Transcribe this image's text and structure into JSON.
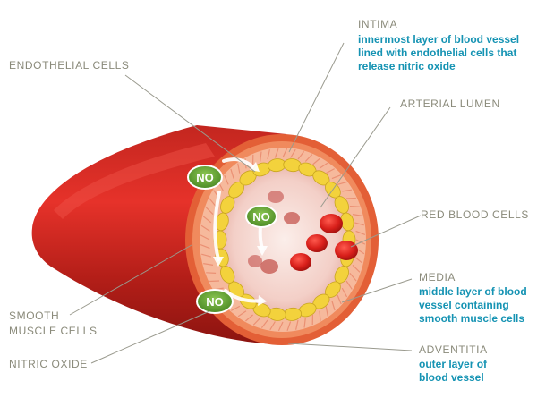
{
  "labels": {
    "intima": "INTIMA",
    "intima_desc": [
      "innermost layer of blood vessel",
      "lined with endothelial cells that",
      "release nitric oxide"
    ],
    "endothelial": "ENDOTHELIAL CELLS",
    "arterial_lumen": "ARTERIAL LUMEN",
    "red_blood_cells": "RED BLOOD CELLS",
    "media": "MEDIA",
    "media_desc": [
      "middle layer of blood",
      "vessel containing",
      "smooth muscle cells"
    ],
    "smooth_muscle": [
      "SMOOTH",
      "MUSCLE CELLS"
    ],
    "nitric_oxide": "NITRIC OXIDE",
    "adventitia": "ADVENTITIA",
    "adventitia_desc": [
      "outer layer of",
      "blood vessel"
    ]
  },
  "badges": {
    "no_label": "NO"
  },
  "colors": {
    "label_gray": "#8a8a7a",
    "desc_blue": "#1593b3",
    "vessel_red": "#d42a26",
    "adventitia_orange": "#e96a3c",
    "endothelial_yellow": "#f3d23c",
    "no_green": "#6ba83a",
    "lumen_pink": "#f7d6d2"
  }
}
